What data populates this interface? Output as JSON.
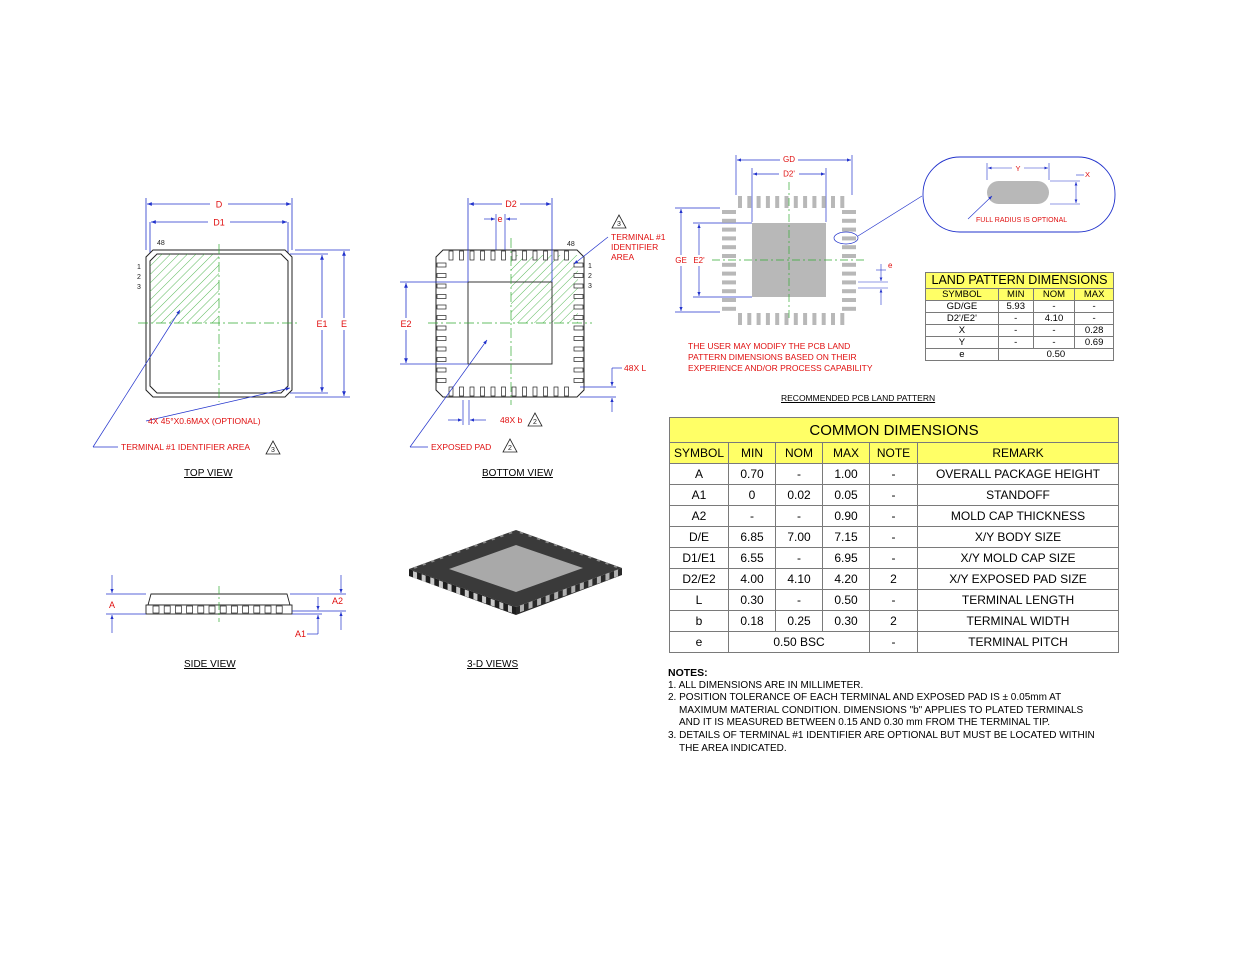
{
  "views": {
    "top": "TOP VIEW",
    "bottom": "BOTTOM VIEW",
    "side": "SIDE VIEW",
    "three_d": "3-D VIEWS",
    "pcb": "RECOMMENDED PCB LAND PATTERN"
  },
  "top_view": {
    "dim_d": "D",
    "dim_d1": "D1",
    "dim_e1": "E1",
    "dim_e": "E",
    "pin_48": "48",
    "pin_1": "1",
    "pin_2": "2",
    "pin_3": "3",
    "chamfer_note": "4X 45°X0.6MAX (OPTIONAL)",
    "terminal_area_note": "TERMINAL #1 IDENTIFIER AREA",
    "note_ref": "3"
  },
  "bottom_view": {
    "dim_d2": "D2",
    "dim_e_pitch": "e",
    "dim_e2": "E2",
    "pin_48": "48",
    "pin_1": "1",
    "pin_2": "2",
    "pin_3": "3",
    "terminal_id": "TERMINAL #1 IDENTIFIER AREA",
    "lead_length": "48X L",
    "lead_width": "48X b",
    "exposed_pad": "EXPOSED PAD",
    "note_ref_3": "3",
    "note_ref_2": "2"
  },
  "side_view": {
    "dim_a": "A",
    "dim_a2": "A2",
    "dim_a1": "A1"
  },
  "pcb_pattern": {
    "dim_gd": "GD",
    "dim_d2p": "D2'",
    "dim_ge": "GE",
    "dim_e2p": "E2'",
    "dim_e": "e",
    "dim_y": "Y",
    "dim_x": "X",
    "radius_note": "FULL RADIUS IS OPTIONAL",
    "user_note": [
      "THE USER MAY MODIFY THE PCB LAND",
      "PATTERN DIMENSIONS BASED ON THEIR",
      "EXPERIENCE AND/OR PROCESS CAPABILITY"
    ]
  },
  "land_pattern": {
    "title": "LAND PATTERN DIMENSIONS",
    "headers": [
      "SYMBOL",
      "MIN",
      "NOM",
      "MAX"
    ],
    "rows": [
      [
        "GD/GE",
        "5.93",
        "-",
        "-"
      ],
      [
        "D2'/E2'",
        "-",
        "4.10",
        "-"
      ],
      [
        "X",
        "-",
        "-",
        "0.28"
      ],
      [
        "Y",
        "-",
        "-",
        "0.69"
      ]
    ],
    "last_row": {
      "symbol": "e",
      "value": "0.50"
    }
  },
  "common_dimensions": {
    "title": "COMMON DIMENSIONS",
    "headers": [
      "SYMBOL",
      "MIN",
      "NOM",
      "MAX",
      "NOTE",
      "REMARK"
    ],
    "rows": [
      [
        "A",
        "0.70",
        "-",
        "1.00",
        "-",
        "OVERALL PACKAGE HEIGHT"
      ],
      [
        "A1",
        "0",
        "0.02",
        "0.05",
        "-",
        "STANDOFF"
      ],
      [
        "A2",
        "-",
        "-",
        "0.90",
        "-",
        "MOLD CAP THICKNESS"
      ],
      [
        "D/E",
        "6.85",
        "7.00",
        "7.15",
        "-",
        "X/Y BODY SIZE"
      ],
      [
        "D1/E1",
        "6.55",
        "-",
        "6.95",
        "-",
        "X/Y MOLD CAP SIZE"
      ],
      [
        "D2/E2",
        "4.00",
        "4.10",
        "4.20",
        "2",
        "X/Y EXPOSED PAD SIZE"
      ],
      [
        "L",
        "0.30",
        "-",
        "0.50",
        "-",
        "TERMINAL LENGTH"
      ],
      [
        "b",
        "0.18",
        "0.25",
        "0.30",
        "2",
        "TERMINAL WIDTH"
      ]
    ],
    "last_row": {
      "symbol": "e",
      "value": "0.50 BSC",
      "note": "-",
      "remark": "TERMINAL PITCH"
    }
  },
  "notes": {
    "heading": "NOTES:",
    "lines": [
      "1. ALL DIMENSIONS ARE IN MILLIMETER.",
      "2. POSITION TOLERANCE OF EACH TERMINAL AND EXPOSED PAD IS ± 0.05mm AT",
      "MAXIMUM MATERIAL CONDITION. DIMENSIONS \"b\" APPLIES TO PLATED TERMINALS",
      "AND IT IS MEASURED BETWEEN 0.15 AND 0.30 mm FROM THE TERMINAL TIP.",
      "3. DETAILS OF TERMINAL #1 IDENTIFIER ARE OPTIONAL BUT MUST BE LOCATED WITHIN",
      "THE AREA INDICATED."
    ]
  }
}
